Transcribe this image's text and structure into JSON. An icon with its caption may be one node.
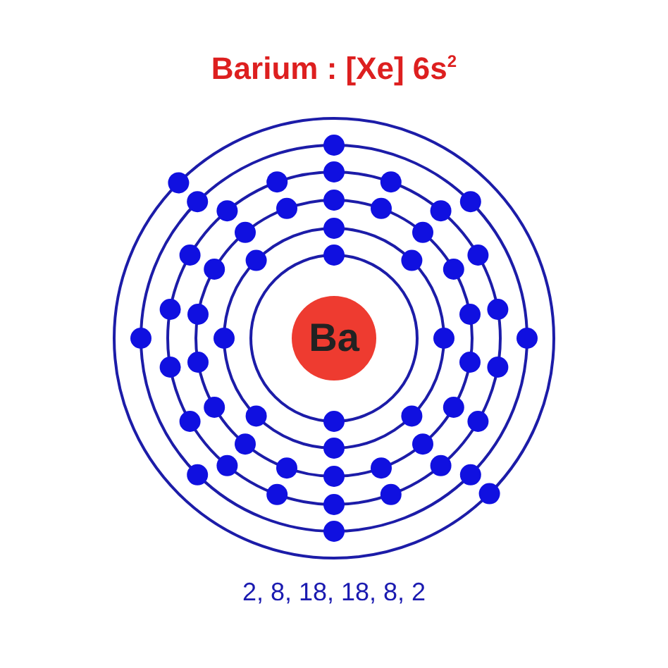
{
  "diagram": {
    "title": "Barium : [Xe] 6s$^{2}$",
    "nodes": [
      {
        "text": [
          "Ba"
        ]
      }
    ],
    "labels": [
      "2, 8, 18, 18, 8, 2"
    ]
  }
}
